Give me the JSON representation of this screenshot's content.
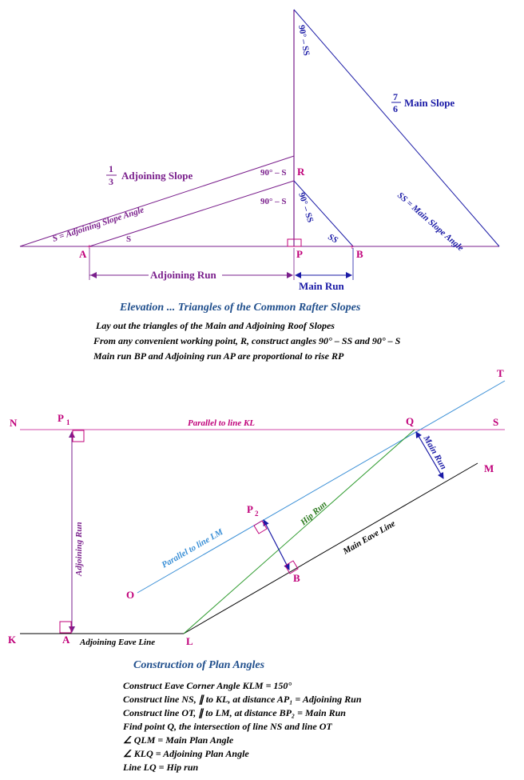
{
  "elevation": {
    "points": {
      "A": "A",
      "P": "P",
      "B": "B",
      "R": "R"
    },
    "angle_90_ss_top": "90° – SS",
    "angle_90_ss_mid": "90° – SS",
    "angle_90_s_top": "90° – S",
    "angle_90_s_mid": "90° – S",
    "ss_label": "SS",
    "s_label": "S",
    "main_slope_num": "7",
    "main_slope_den": "6",
    "main_slope_label": "Main Slope",
    "adj_slope_num": "1",
    "adj_slope_den": "3",
    "adj_slope_label": "Adjoining Slope",
    "adj_slope_angle": "S = Adjoining Slope Angle",
    "main_slope_angle": "SS = Main Slope Angle",
    "adjoining_run": "Adjoining Run",
    "main_run": "Main Run",
    "caption": "Elevation ... Triangles of the Common Rafter Slopes",
    "notes": [
      "Lay out the triangles of the Main and Adjoining Roof Slopes",
      "From any convenient working point, R, construct angles 90° – SS and 90° – S",
      "Main run BP and Adjoining run AP are proportional to rise RP"
    ]
  },
  "plan": {
    "points": {
      "N": "N",
      "P1": "P",
      "P1_sub": "1",
      "Q": "Q",
      "S": "S",
      "T": "T",
      "M": "M",
      "P2": "P",
      "P2_sub": "2",
      "B": "B",
      "O": "O",
      "K": "K",
      "A": "A",
      "L": "L"
    },
    "parallel_kl": "Parallel to line KL",
    "parallel_lm": "Parallel to line LM",
    "adjoining_run": "Adjoining Run",
    "main_run": "Main Run",
    "hip_run": "Hip Run",
    "main_eave": "Main Eave Line",
    "adjoining_eave": "Adjoining Eave Line",
    "caption": "Construction of Plan Angles",
    "notes": [
      "Construct Eave Corner Angle KLM = 150°",
      "Construct line NS, ∥ to KL, at distance AP₁ = Adjoining Run",
      "Construct line OT, ∥ to LM, at distance BP₂ = Main Run",
      "Find point Q, the intersection of line NS and line OT",
      "∠ QLM = Main Plan Angle",
      "∠ KLQ = Adjoining Plan Angle",
      "Line LQ = Hip run"
    ]
  }
}
